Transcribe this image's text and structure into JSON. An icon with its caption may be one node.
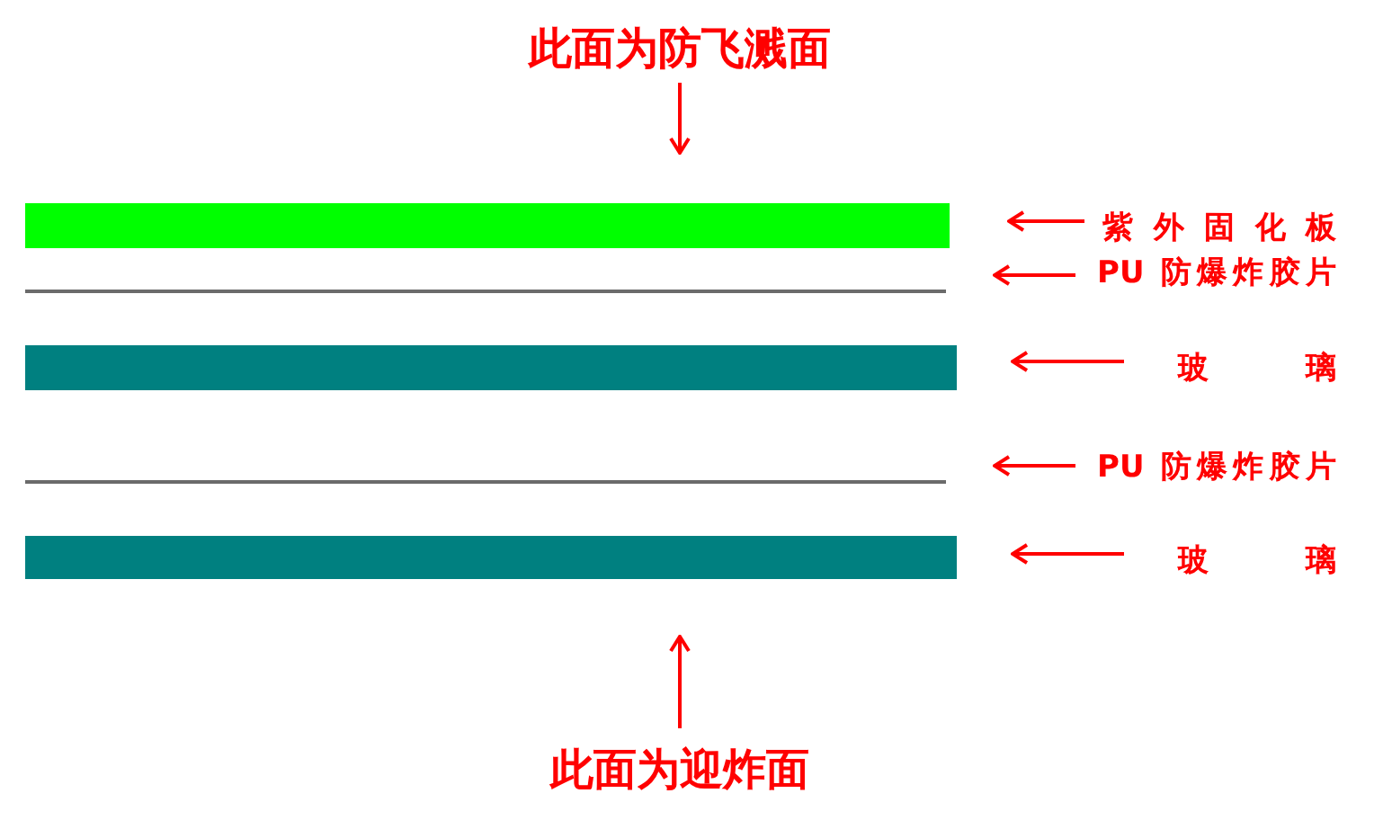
{
  "diagram": {
    "nodes": [
      {
        "text": [
          "此面为防飞溅面"
        ]
      },
      {
        "text": [],
        "shape": "bar"
      },
      {
        "text": [
          "紫外固化板"
        ]
      },
      {
        "text": [],
        "shape": "line"
      },
      {
        "text": [
          "PU 防爆炸胶片"
        ]
      },
      {
        "text": [],
        "shape": "bar"
      },
      {
        "text": [
          "玻璃"
        ]
      },
      {
        "text": [],
        "shape": "line"
      },
      {
        "text": [
          "PU 防爆炸胶片"
        ]
      },
      {
        "text": [],
        "shape": "bar"
      },
      {
        "text": [
          "玻璃"
        ]
      },
      {
        "text": [
          "此面为迎炸面"
        ]
      }
    ],
    "edges": [
      {
        "from": 0,
        "to": 1,
        "arrow": "to"
      },
      {
        "from": 2,
        "to": 1,
        "arrow": "to"
      },
      {
        "from": 4,
        "to": 3,
        "arrow": "to"
      },
      {
        "from": 6,
        "to": 5,
        "arrow": "to"
      },
      {
        "from": 8,
        "to": 7,
        "arrow": "to"
      },
      {
        "from": 10,
        "to": 9,
        "arrow": "to"
      },
      {
        "from": 11,
        "to": 9,
        "arrow": "to"
      }
    ]
  }
}
